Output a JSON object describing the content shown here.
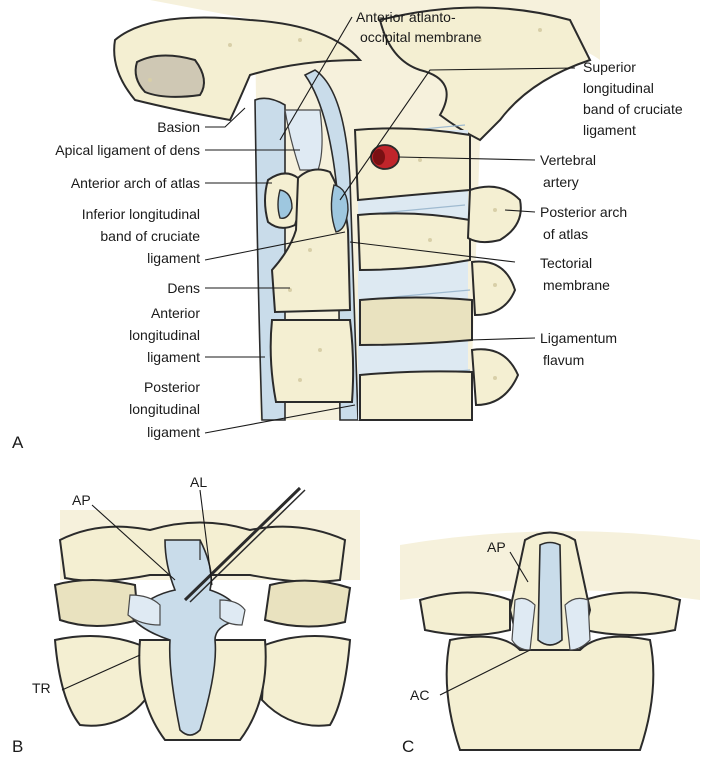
{
  "panelA": {
    "tag": "A",
    "labels": {
      "anterior_atlanto_1": "Anterior atlanto-",
      "anterior_atlanto_2": "occipital membrane",
      "superior_1": "Superior",
      "superior_2": "longitudinal",
      "superior_3": "band of cruciate",
      "superior_4": "ligament",
      "basion": "Basion",
      "apical": "Apical ligament of dens",
      "anterior_arch": "Anterior arch of atlas",
      "inferior_1": "Inferior longitudinal",
      "inferior_2": "band of cruciate",
      "inferior_3": "ligament",
      "dens": "Dens",
      "anterior_long_1": "Anterior",
      "anterior_long_2": "longitudinal",
      "anterior_long_3": "ligament",
      "posterior_long_1": "Posterior",
      "posterior_long_2": "longitudinal",
      "posterior_long_3": "ligament",
      "vertebral_1": "Vertebral",
      "vertebral_2": "artery",
      "posterior_arch_1": "Posterior arch",
      "posterior_arch_2": "of atlas",
      "tectorial_1": "Tectorial",
      "tectorial_2": "membrane",
      "flavum_1": "Ligamentum",
      "flavum_2": "flavum"
    }
  },
  "panelB": {
    "tag": "B",
    "labels": {
      "ap": "AP",
      "al": "AL",
      "tr": "TR"
    }
  },
  "panelC": {
    "tag": "C",
    "labels": {
      "ap": "AP",
      "ac": "AC"
    }
  },
  "colors": {
    "bone": "#f4efd2",
    "ligament": "#c9dcea",
    "artery": "#c0252b",
    "background_tint": "#f6f1dc"
  }
}
